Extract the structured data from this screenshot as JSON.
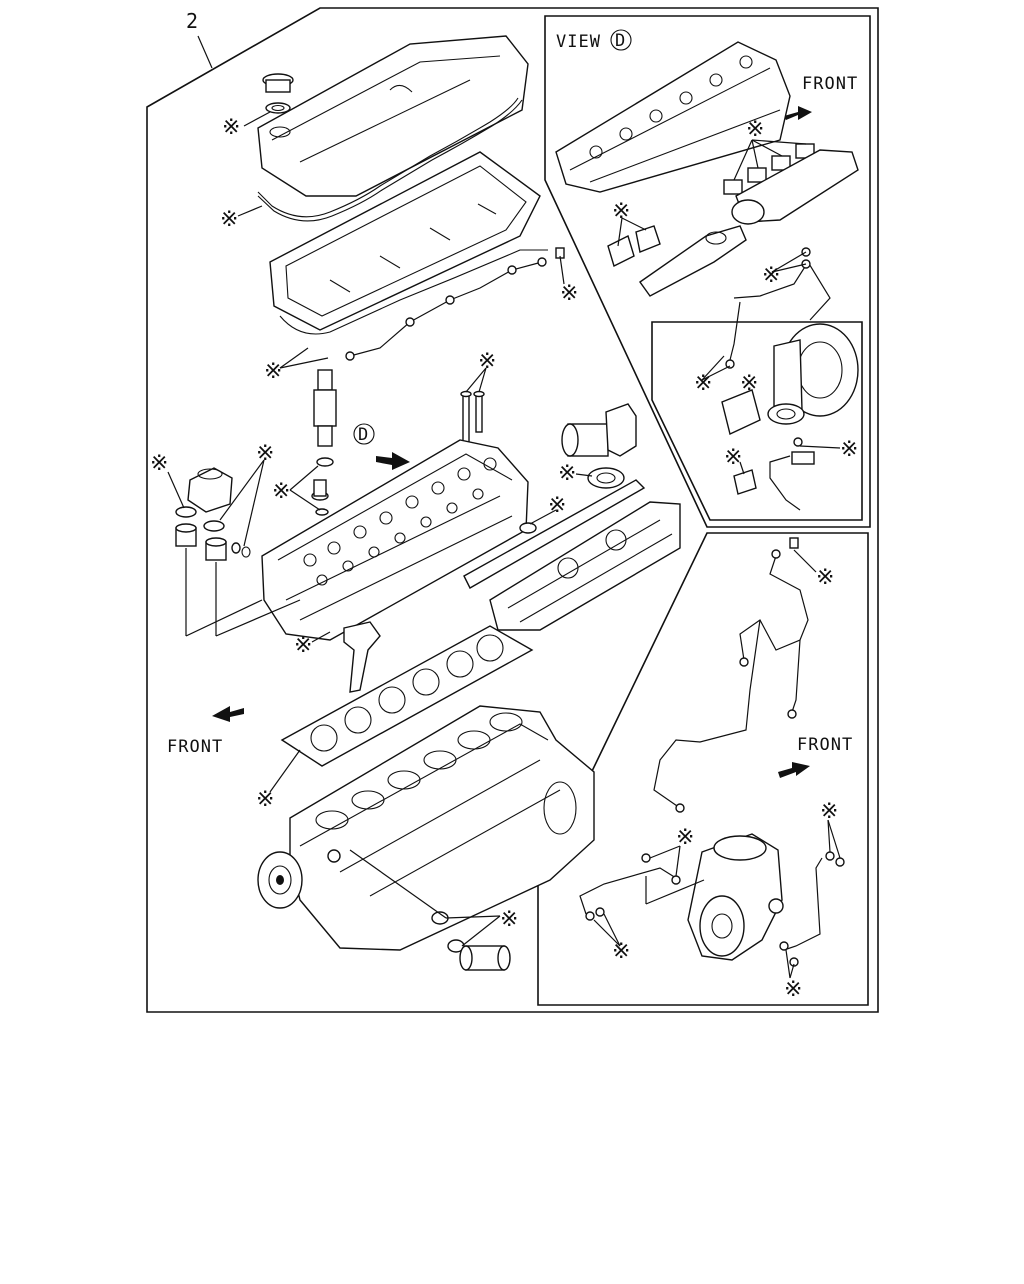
{
  "diagram": {
    "item_number": "2",
    "labels": {
      "front_main": "FRONT",
      "front_view_d": "FRONT",
      "front_lower_right": "FRONT",
      "view_title": "VIEW",
      "view_letter": "D",
      "view_callout": "D"
    },
    "asterisk": "※",
    "colors": {
      "line": "#111111",
      "background": "#ffffff"
    }
  }
}
